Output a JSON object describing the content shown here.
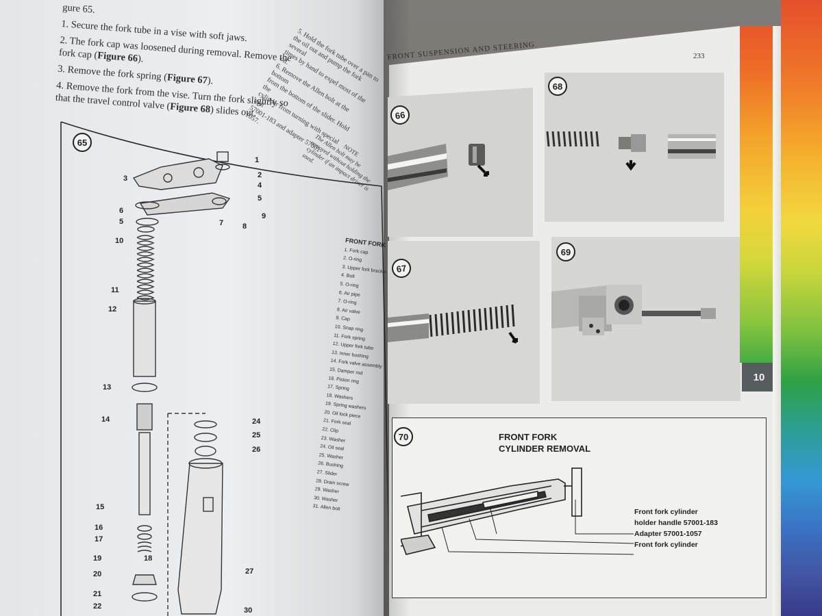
{
  "left_page": {
    "heading_fragment": "gure 65.",
    "steps": [
      "1. Secure the fork tube in a vise with soft jaws.",
      "2. The fork cap was loosened during removal. Remove the fork cap (",
      "3. Remove the fork spring (",
      "4. Remove the fork from the vise. Turn the fork slightly so that the travel control valve ("
    ],
    "step_figs": [
      "Figure 66",
      "Figure 67",
      "Figure 68"
    ],
    "step_tails": [
      ").",
      ").",
      ") slides out."
    ],
    "side_column": [
      "5. Hold the fork tube over a pan to",
      "the oil out and pump the fork several",
      "times by hand to expel most of the oil.",
      "6. Remove the Allen bolt at the bottom",
      "from the bottom of the slider. Hold the",
      "cylinder from turning with special tool",
      "57001-183 and adapter 57001-1057."
    ],
    "note_label": "NOTE",
    "note_text": "The Allen bolt may be removed without holding the cylinder if an impact driver is used.",
    "figure_65": {
      "badge": "65",
      "legend_title": "FRONT FORK",
      "legend_items": [
        "1. Fork cap",
        "2. O-ring",
        "3. Upper fork bracket",
        "4. Bolt",
        "5. O-ring",
        "6. Air pipe",
        "7. O-ring",
        "8. Air valve",
        "9. Cap",
        "10. Snap ring",
        "11. Fork spring",
        "12. Upper fork tube",
        "13. Inner bushing",
        "14. Fork valve assembly",
        "15. Damper rod",
        "16. Piston ring",
        "17. Spring",
        "18. Washers",
        "19. Spring washers",
        "20. Oil lock piece",
        "21. Fork seal",
        "22. Clip",
        "23. Washer",
        "24. Oil seal",
        "25. Washer",
        "26. Bushing",
        "27. Slider",
        "28. Drain screw",
        "29. Washer",
        "30. Washer",
        "31. Allen bolt"
      ],
      "callout_numbers": [
        "1",
        "2",
        "3",
        "4",
        "5",
        "6",
        "5",
        "7",
        "8",
        "9",
        "10",
        "11",
        "12",
        "13",
        "14",
        "15",
        "16",
        "17",
        "18",
        "19",
        "20",
        "21",
        "22",
        "24",
        "25",
        "26",
        "27",
        "30"
      ]
    }
  },
  "right_page": {
    "running_head": "FRONT SUSPENSION AND STEERING",
    "page_number": "233",
    "figure_badges": [
      "66",
      "67",
      "68",
      "69",
      "70"
    ],
    "chapter_tab": "10",
    "figure_70": {
      "title_line1": "FRONT FORK",
      "title_line2": "CYLINDER REMOVAL",
      "callouts": [
        "Front fork cylinder",
        "holder handle 57001-183",
        "Adapter 57001-1057",
        "Front fork cylinder"
      ]
    }
  },
  "colors": {
    "page": "#eceef0",
    "ink": "#2d2d2d",
    "tab": "#575c5e"
  }
}
